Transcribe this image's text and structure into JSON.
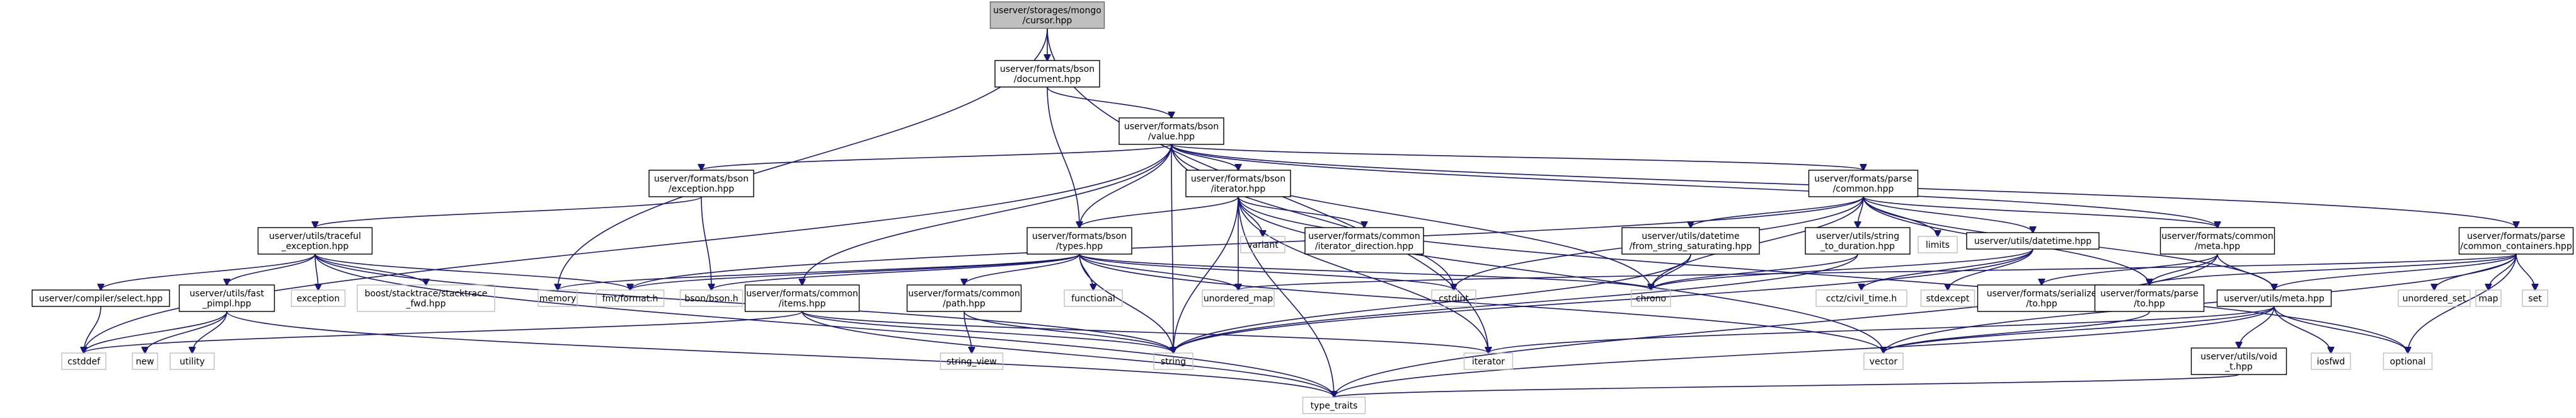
{
  "graph": {
    "nodes": [
      {
        "id": "n0",
        "lines": [
          "userver/storages/mongo",
          "/cursor.hpp"
        ],
        "kind": "root"
      },
      {
        "id": "n1",
        "lines": [
          "userver/formats/bson",
          "/document.hpp"
        ],
        "kind": "internal"
      },
      {
        "id": "n2",
        "lines": [
          "userver/formats/bson",
          "/value.hpp"
        ],
        "kind": "internal"
      },
      {
        "id": "n3",
        "lines": [
          "userver/formats/bson",
          "/exception.hpp"
        ],
        "kind": "internal"
      },
      {
        "id": "n4",
        "lines": [
          "userver/formats/bson",
          "/iterator.hpp"
        ],
        "kind": "internal"
      },
      {
        "id": "n5",
        "lines": [
          "userver/formats/parse",
          "/common.hpp"
        ],
        "kind": "internal"
      },
      {
        "id": "n6",
        "lines": [
          "userver/utils/traceful",
          "_exception.hpp"
        ],
        "kind": "internal"
      },
      {
        "id": "n7",
        "lines": [
          "userver/formats/bson",
          "/types.hpp"
        ],
        "kind": "internal"
      },
      {
        "id": "n8",
        "lines": [
          "variant"
        ],
        "kind": "external"
      },
      {
        "id": "n9",
        "lines": [
          "userver/formats/common",
          "/iterator_direction.hpp"
        ],
        "kind": "internal"
      },
      {
        "id": "n10",
        "lines": [
          "userver/utils/datetime",
          "/from_string_saturating.hpp"
        ],
        "kind": "internal"
      },
      {
        "id": "n11",
        "lines": [
          "userver/utils/string",
          "_to_duration.hpp"
        ],
        "kind": "internal"
      },
      {
        "id": "n12",
        "lines": [
          "limits"
        ],
        "kind": "external"
      },
      {
        "id": "n13",
        "lines": [
          "userver/utils/datetime.hpp"
        ],
        "kind": "internal"
      },
      {
        "id": "n14",
        "lines": [
          "userver/formats/common",
          "/meta.hpp"
        ],
        "kind": "internal"
      },
      {
        "id": "n15",
        "lines": [
          "userver/formats/parse",
          "/common_containers.hpp"
        ],
        "kind": "internal"
      },
      {
        "id": "n16",
        "lines": [
          "userver/compiler/select.hpp"
        ],
        "kind": "internal"
      },
      {
        "id": "n17",
        "lines": [
          "userver/utils/fast",
          "_pimpl.hpp"
        ],
        "kind": "internal"
      },
      {
        "id": "n18",
        "lines": [
          "exception"
        ],
        "kind": "external"
      },
      {
        "id": "n19",
        "lines": [
          "boost/stacktrace/stacktrace",
          "_fwd.hpp"
        ],
        "kind": "external"
      },
      {
        "id": "n20",
        "lines": [
          "memory"
        ],
        "kind": "external"
      },
      {
        "id": "n21",
        "lines": [
          "fmt/format.h"
        ],
        "kind": "external"
      },
      {
        "id": "n22",
        "lines": [
          "bson/bson.h"
        ],
        "kind": "external"
      },
      {
        "id": "n23",
        "lines": [
          "userver/formats/common",
          "/items.hpp"
        ],
        "kind": "internal"
      },
      {
        "id": "n24",
        "lines": [
          "userver/formats/common",
          "/path.hpp"
        ],
        "kind": "internal"
      },
      {
        "id": "n25",
        "lines": [
          "functional"
        ],
        "kind": "external"
      },
      {
        "id": "n26",
        "lines": [
          "unordered_map"
        ],
        "kind": "external"
      },
      {
        "id": "n27",
        "lines": [
          "cstdint"
        ],
        "kind": "external"
      },
      {
        "id": "n28",
        "lines": [
          "chrono"
        ],
        "kind": "external"
      },
      {
        "id": "n29",
        "lines": [
          "cctz/civil_time.h"
        ],
        "kind": "external"
      },
      {
        "id": "n30",
        "lines": [
          "stdexcept"
        ],
        "kind": "external"
      },
      {
        "id": "n31",
        "lines": [
          "userver/formats/serialize",
          "/to.hpp"
        ],
        "kind": "internal"
      },
      {
        "id": "n32",
        "lines": [
          "userver/formats/parse",
          "/to.hpp"
        ],
        "kind": "internal"
      },
      {
        "id": "n33",
        "lines": [
          "userver/utils/meta.hpp"
        ],
        "kind": "internal"
      },
      {
        "id": "n34",
        "lines": [
          "unordered_set"
        ],
        "kind": "external"
      },
      {
        "id": "n35",
        "lines": [
          "map"
        ],
        "kind": "external"
      },
      {
        "id": "n36",
        "lines": [
          "set"
        ],
        "kind": "external"
      },
      {
        "id": "n37",
        "lines": [
          "cstddef"
        ],
        "kind": "external"
      },
      {
        "id": "n38",
        "lines": [
          "new"
        ],
        "kind": "external"
      },
      {
        "id": "n39",
        "lines": [
          "utility"
        ],
        "kind": "external"
      },
      {
        "id": "n40",
        "lines": [
          "string_view"
        ],
        "kind": "external"
      },
      {
        "id": "n41",
        "lines": [
          "string"
        ],
        "kind": "external"
      },
      {
        "id": "n42",
        "lines": [
          "iterator"
        ],
        "kind": "external"
      },
      {
        "id": "n43",
        "lines": [
          "vector"
        ],
        "kind": "external"
      },
      {
        "id": "n44",
        "lines": [
          "iosfwd"
        ],
        "kind": "external"
      },
      {
        "id": "n45",
        "lines": [
          "optional"
        ],
        "kind": "external"
      },
      {
        "id": "n46",
        "lines": [
          "userver/utils/void",
          "_t.hpp"
        ],
        "kind": "internal"
      },
      {
        "id": "n47",
        "lines": [
          "type_traits"
        ],
        "kind": "external"
      }
    ],
    "edges": [
      [
        "n0",
        "n1"
      ],
      [
        "n0",
        "n20"
      ],
      [
        "n0",
        "n42"
      ],
      [
        "n1",
        "n2"
      ],
      [
        "n1",
        "n7"
      ],
      [
        "n2",
        "n3"
      ],
      [
        "n2",
        "n4"
      ],
      [
        "n2",
        "n5"
      ],
      [
        "n2",
        "n7"
      ],
      [
        "n2",
        "n23"
      ],
      [
        "n2",
        "n14"
      ],
      [
        "n2",
        "n15"
      ],
      [
        "n2",
        "n27"
      ],
      [
        "n2",
        "n28"
      ],
      [
        "n2",
        "n37"
      ],
      [
        "n2",
        "n41"
      ],
      [
        "n3",
        "n6"
      ],
      [
        "n3",
        "n22"
      ],
      [
        "n4",
        "n7"
      ],
      [
        "n4",
        "n8"
      ],
      [
        "n4",
        "n9"
      ],
      [
        "n4",
        "n26"
      ],
      [
        "n4",
        "n41"
      ],
      [
        "n4",
        "n42"
      ],
      [
        "n4",
        "n43"
      ],
      [
        "n4",
        "n47"
      ],
      [
        "n4",
        "n45"
      ],
      [
        "n5",
        "n10"
      ],
      [
        "n5",
        "n11"
      ],
      [
        "n5",
        "n12"
      ],
      [
        "n5",
        "n13"
      ],
      [
        "n5",
        "n14"
      ],
      [
        "n5",
        "n32"
      ],
      [
        "n5",
        "n33"
      ],
      [
        "n5",
        "n21"
      ],
      [
        "n5",
        "n27"
      ],
      [
        "n5",
        "n28"
      ],
      [
        "n6",
        "n16"
      ],
      [
        "n6",
        "n17"
      ],
      [
        "n6",
        "n18"
      ],
      [
        "n6",
        "n19"
      ],
      [
        "n6",
        "n21"
      ],
      [
        "n6",
        "n41"
      ],
      [
        "n6",
        "n47"
      ],
      [
        "n7",
        "n20"
      ],
      [
        "n7",
        "n21"
      ],
      [
        "n7",
        "n22"
      ],
      [
        "n7",
        "n24"
      ],
      [
        "n7",
        "n25"
      ],
      [
        "n7",
        "n26"
      ],
      [
        "n7",
        "n27"
      ],
      [
        "n7",
        "n28"
      ],
      [
        "n7",
        "n41"
      ],
      [
        "n7",
        "n43"
      ],
      [
        "n10",
        "n28"
      ],
      [
        "n10",
        "n41"
      ],
      [
        "n11",
        "n28"
      ],
      [
        "n11",
        "n41"
      ],
      [
        "n13",
        "n28"
      ],
      [
        "n13",
        "n29"
      ],
      [
        "n13",
        "n30"
      ],
      [
        "n13",
        "n41"
      ],
      [
        "n14",
        "n31"
      ],
      [
        "n14",
        "n32"
      ],
      [
        "n14",
        "n33"
      ],
      [
        "n14",
        "n47"
      ],
      [
        "n15",
        "n26"
      ],
      [
        "n15",
        "n32"
      ],
      [
        "n15",
        "n33"
      ],
      [
        "n15",
        "n34"
      ],
      [
        "n15",
        "n35"
      ],
      [
        "n15",
        "n36"
      ],
      [
        "n15",
        "n43"
      ],
      [
        "n15",
        "n45"
      ],
      [
        "n16",
        "n37"
      ],
      [
        "n17",
        "n37"
      ],
      [
        "n17",
        "n38"
      ],
      [
        "n17",
        "n39"
      ],
      [
        "n17",
        "n47"
      ],
      [
        "n23",
        "n37"
      ],
      [
        "n23",
        "n41"
      ],
      [
        "n23",
        "n42"
      ],
      [
        "n23",
        "n47"
      ],
      [
        "n24",
        "n40"
      ],
      [
        "n24",
        "n41"
      ],
      [
        "n32",
        "n43"
      ],
      [
        "n33",
        "n42"
      ],
      [
        "n33",
        "n43"
      ],
      [
        "n33",
        "n44"
      ],
      [
        "n33",
        "n45"
      ],
      [
        "n33",
        "n46"
      ],
      [
        "n33",
        "n47"
      ],
      [
        "n46",
        "n47"
      ]
    ]
  }
}
